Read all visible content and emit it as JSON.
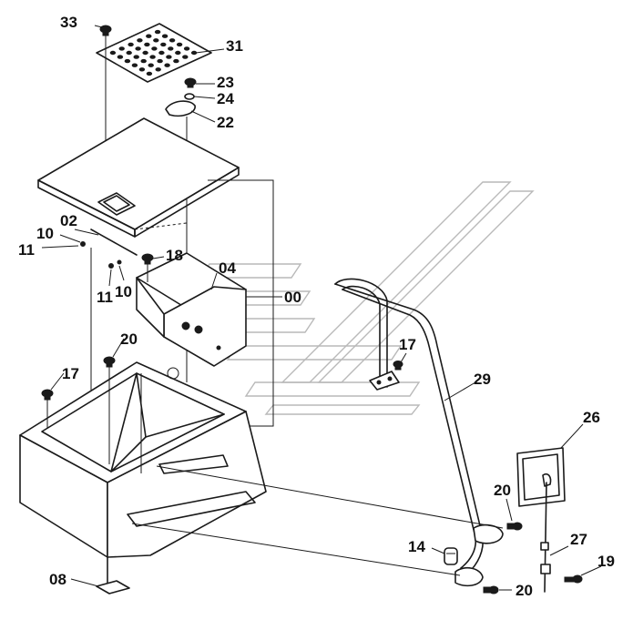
{
  "callouts": [
    {
      "id": "c33",
      "text": "33"
    },
    {
      "id": "c31",
      "text": "31"
    },
    {
      "id": "c23",
      "text": "23"
    },
    {
      "id": "c24",
      "text": "24"
    },
    {
      "id": "c22",
      "text": "22"
    },
    {
      "id": "c02",
      "text": "02"
    },
    {
      "id": "c10a",
      "text": "10"
    },
    {
      "id": "c11a",
      "text": "11"
    },
    {
      "id": "c18",
      "text": "18"
    },
    {
      "id": "c04",
      "text": "04"
    },
    {
      "id": "c11b",
      "text": "11"
    },
    {
      "id": "c10b",
      "text": "10"
    },
    {
      "id": "c00",
      "text": "00"
    },
    {
      "id": "c20a",
      "text": "20"
    },
    {
      "id": "c17a",
      "text": "17"
    },
    {
      "id": "c17b",
      "text": "17"
    },
    {
      "id": "c29",
      "text": "29"
    },
    {
      "id": "c26",
      "text": "26"
    },
    {
      "id": "c20b",
      "text": "20"
    },
    {
      "id": "c14",
      "text": "14"
    },
    {
      "id": "c27",
      "text": "27"
    },
    {
      "id": "c19",
      "text": "19"
    },
    {
      "id": "c20c",
      "text": "20"
    },
    {
      "id": "c08",
      "text": "08"
    }
  ]
}
